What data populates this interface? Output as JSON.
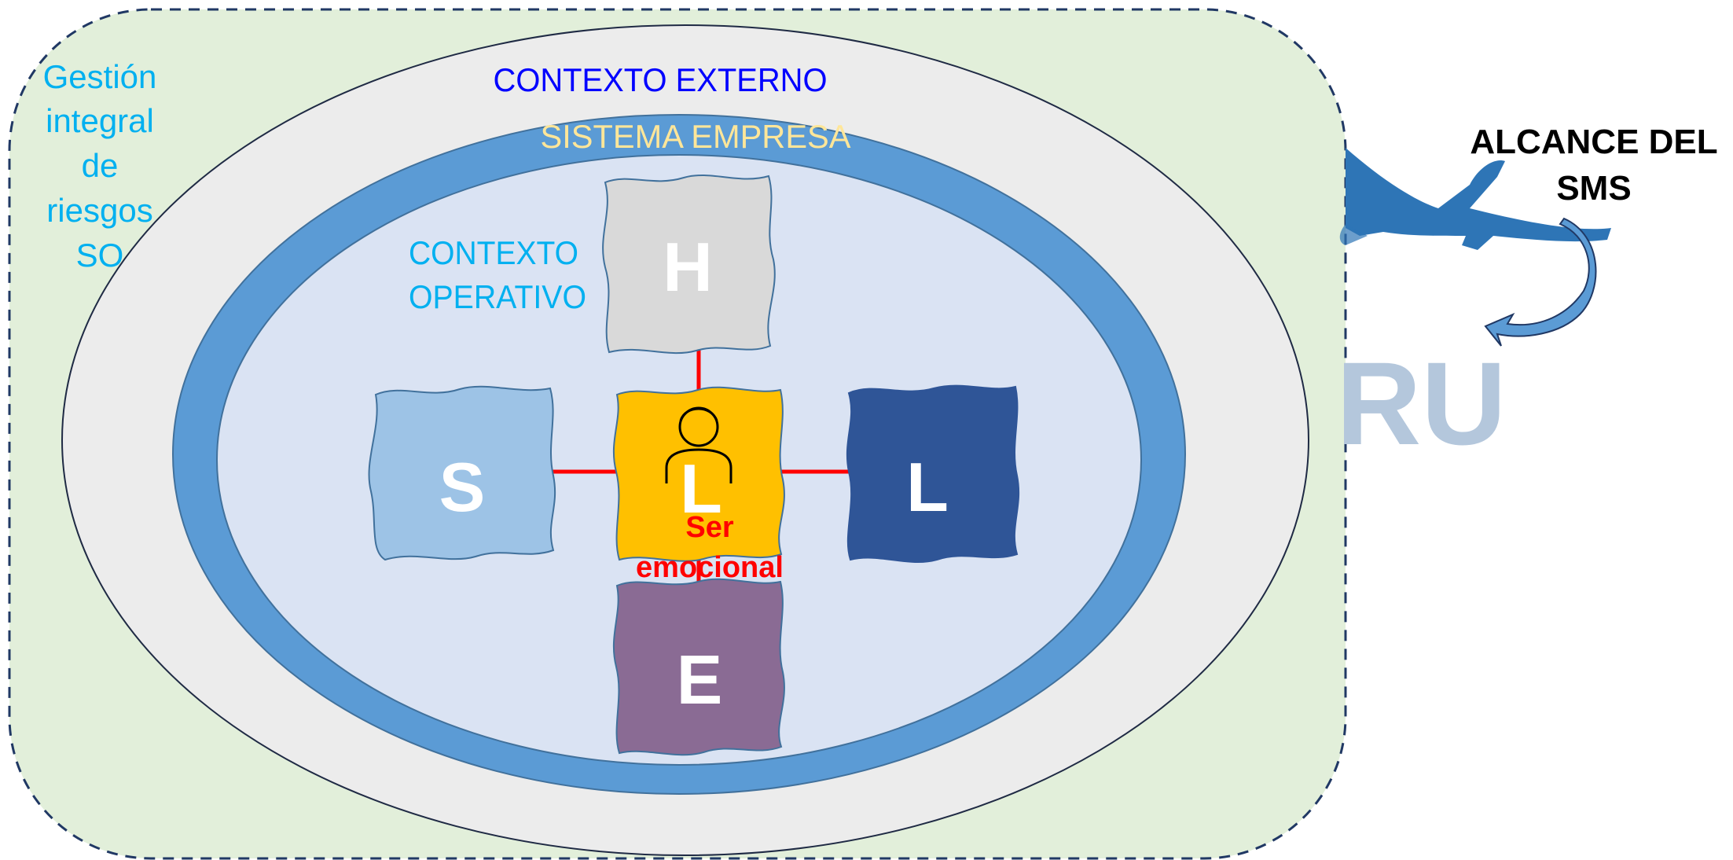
{
  "labels": {
    "gestion_line1": "Gestión",
    "gestion_line2": "integral",
    "gestion_line3": "de",
    "gestion_line4": "riesgos",
    "gestion_line5": "SO",
    "contexto_externo": "CONTEXTO EXTERNO",
    "sistema_empresa": "SISTEMA EMPRESA",
    "contexto_operativo_line1": "CONTEXTO",
    "contexto_operativo_line2": "OPERATIVO",
    "alcance_line1": "ALCANCE DEL",
    "alcance_line2": "SMS",
    "ser_line1": "Ser",
    "ser_line2": "emocional",
    "watermark": "RU"
  },
  "blocks": {
    "hardware": {
      "letter": "H",
      "color": "#d9d9d9"
    },
    "software": {
      "letter": "S",
      "color": "#9dc3e6"
    },
    "liveware_center": {
      "letter": "L",
      "color": "#ffc000"
    },
    "liveware_right": {
      "letter": "L",
      "color": "#2f5597"
    },
    "environment": {
      "letter": "E",
      "color": "#8a6b94"
    }
  },
  "colors": {
    "outer_region": "#e2efda",
    "outer_region_border": "#203864",
    "external_ellipse": "#ececec",
    "company_ring": "#5b9bd5",
    "operative_ellipse": "#dae3f3",
    "connector": "#ff0000",
    "gestion_text": "#00b0f0",
    "contexto_externo_text": "#0000ff",
    "sistema_empresa_text": "#ffe699",
    "contexto_operativo_text": "#00b0f0",
    "alcance_text": "#000000",
    "ser_text": "#ff0000",
    "airplane": "#2e75b6",
    "watermark": "#b4c7dc"
  },
  "icons": [
    "person-icon",
    "airplane-icon",
    "curved-arrow-icon"
  ]
}
